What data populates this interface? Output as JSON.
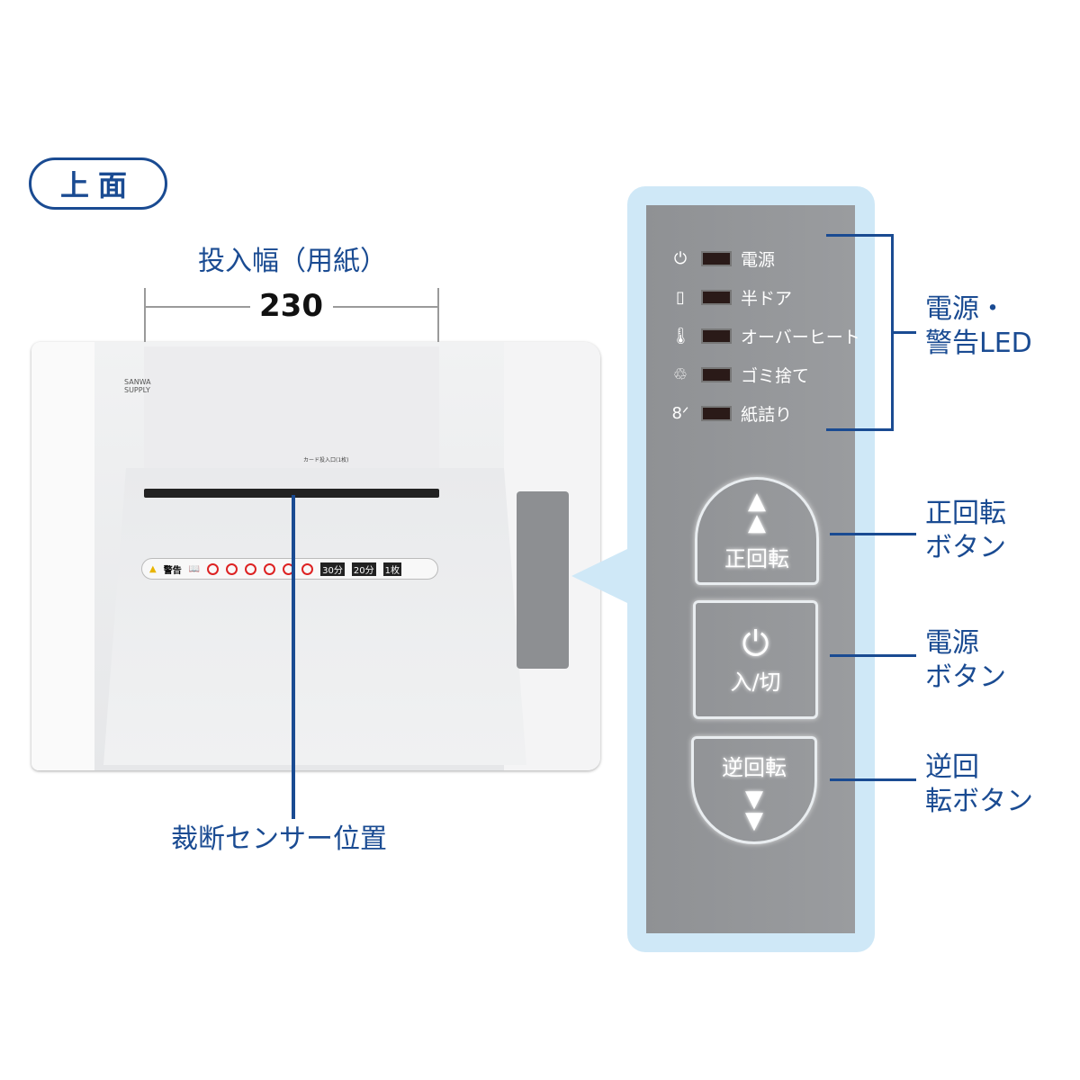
{
  "title": "上面",
  "width_label": "投入幅（用紙）",
  "width_value": "230",
  "sensor_label": "裁断センサー位置",
  "brand": "SANWA SUPPLY",
  "card_slot": "カード投入口(1枚)",
  "sticker": {
    "warning": "警告",
    "badges": [
      "30分",
      "20分",
      "1枚"
    ]
  },
  "leds": [
    {
      "icon": "power-icon",
      "glyph": "⏻",
      "label": "電源"
    },
    {
      "icon": "door-icon",
      "glyph": "▯",
      "label": "半ドア"
    },
    {
      "icon": "thermometer-icon",
      "glyph": "🌡",
      "label": "オーバーヒート"
    },
    {
      "icon": "bin-icon",
      "glyph": "♲",
      "label": "ゴミ捨て"
    },
    {
      "icon": "paper-jam-icon",
      "glyph": "8ᐟ",
      "label": "紙詰り"
    }
  ],
  "buttons": {
    "forward": "正回転",
    "power": "入/切",
    "reverse": "逆回転"
  },
  "callouts": {
    "led": [
      "電源・",
      "警告LED"
    ],
    "forward": [
      "正回転",
      "ボタン"
    ],
    "power": [
      "電源",
      "ボタン"
    ],
    "reverse": [
      "逆回",
      "転ボタン"
    ]
  },
  "colors": {
    "accent": "#1a4b92",
    "panel": "#939598",
    "frame": "#cfe8f7"
  }
}
